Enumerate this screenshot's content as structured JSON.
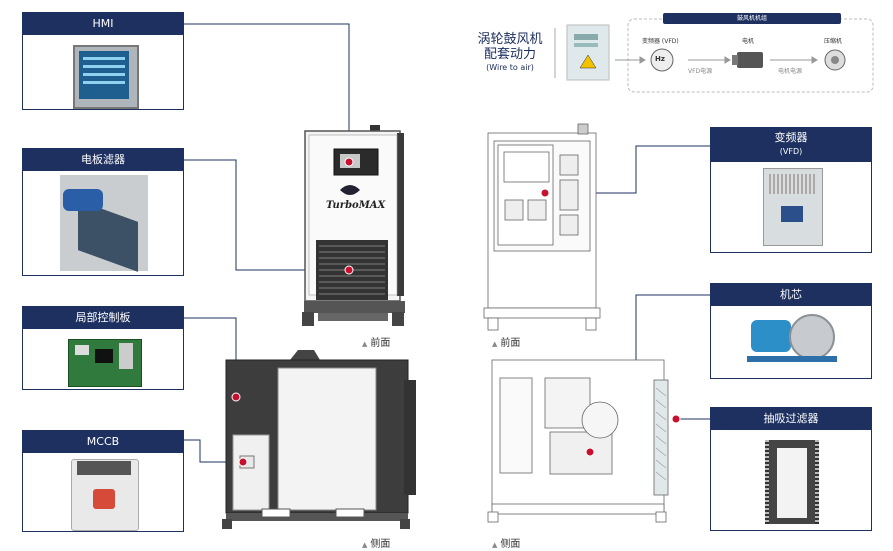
{
  "callouts": {
    "hmi": "HMI",
    "pcb_filter": "电板滤器",
    "local_board": "局部控制板",
    "mccb": "MCCB",
    "vfd": "变频器",
    "vfd_sub": "(VFD)",
    "core": "机芯",
    "intake_filter": "抽吸过滤器"
  },
  "captions": {
    "front_left": "前面",
    "side_left": "侧面",
    "front_right": "前面",
    "side_right": "侧面"
  },
  "brand": "TurboMAX",
  "wire_to_air": {
    "line1": "涡轮鼓风机",
    "line2": "配套动力",
    "line3": "(Wire to air)"
  },
  "chain": {
    "group_title": "鼓风机机组",
    "vfd_label": "变频器 (VFD)",
    "motor_label": "电机",
    "compressor_label": "压缩机",
    "vfd_power": "VFD电源",
    "motor_power": "电机电源",
    "hz_text": "Hz"
  },
  "colors": {
    "navy": "#1e3060",
    "marker": "#c8102e"
  }
}
